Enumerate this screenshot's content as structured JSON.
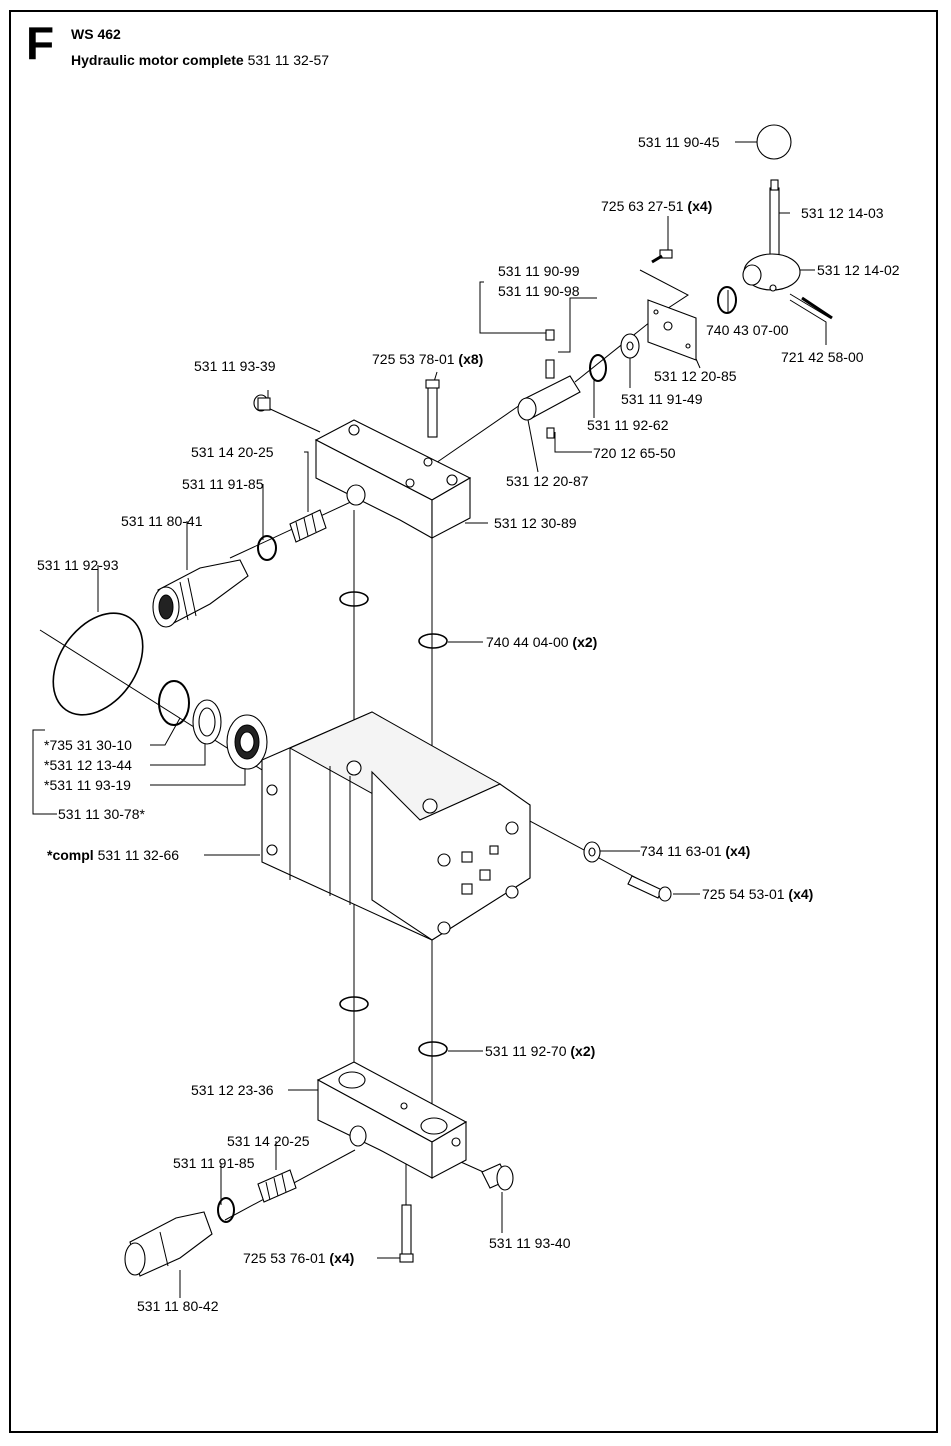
{
  "header": {
    "section_letter": "F",
    "model": "WS 462",
    "title_bold": "Hydraulic motor complete",
    "title_part": "531 11 32-57"
  },
  "labels": [
    {
      "id": "l01",
      "pn": "531 11 90-45",
      "qty": ""
    },
    {
      "id": "l02",
      "pn": "725 63 27-51",
      "qty": "(x4)"
    },
    {
      "id": "l03",
      "pn": "531 12 14-03",
      "qty": ""
    },
    {
      "id": "l04",
      "pn": "531 12 14-02",
      "qty": ""
    },
    {
      "id": "l05",
      "pn": "531 11 90-99",
      "qty": ""
    },
    {
      "id": "l06",
      "pn": "531 11 90-98",
      "qty": ""
    },
    {
      "id": "l07",
      "pn": "740 43 07-00",
      "qty": ""
    },
    {
      "id": "l08",
      "pn": "721 42 58-00",
      "qty": ""
    },
    {
      "id": "l09",
      "pn": "725 53 78-01",
      "qty": "(x8)"
    },
    {
      "id": "l10",
      "pn": "531 11 93-39",
      "qty": ""
    },
    {
      "id": "l11",
      "pn": "531 12 20-85",
      "qty": ""
    },
    {
      "id": "l12",
      "pn": "531 11 91-49",
      "qty": ""
    },
    {
      "id": "l13",
      "pn": "531 11 92-62",
      "qty": ""
    },
    {
      "id": "l14",
      "pn": "531 14 20-25",
      "qty": ""
    },
    {
      "id": "l15",
      "pn": "720 12 65-50",
      "qty": ""
    },
    {
      "id": "l16",
      "pn": "531 11 91-85",
      "qty": ""
    },
    {
      "id": "l17",
      "pn": "531 12 20-87",
      "qty": ""
    },
    {
      "id": "l18",
      "pn": "531 11 80-41",
      "qty": ""
    },
    {
      "id": "l19",
      "pn": "531 12 30-89",
      "qty": ""
    },
    {
      "id": "l20",
      "pn": "531 11 92-93",
      "qty": ""
    },
    {
      "id": "l21",
      "pn": "740 44 04-00",
      "qty": "(x2)"
    },
    {
      "id": "l22",
      "pn": "*735 31 30-10",
      "qty": ""
    },
    {
      "id": "l23",
      "pn": "*531 12 13-44",
      "qty": ""
    },
    {
      "id": "l24",
      "pn": "*531 11 93-19",
      "qty": ""
    },
    {
      "id": "l25",
      "pn": "531 11 30-78*",
      "qty": ""
    },
    {
      "id": "l26",
      "pn": "734 11 63-01",
      "qty": "(x4)"
    },
    {
      "id": "l27",
      "pre": "*compl",
      "pn": "531 11 32-66",
      "qty": ""
    },
    {
      "id": "l28",
      "pn": "725 54 53-01",
      "qty": "(x4)"
    },
    {
      "id": "l29",
      "pn": "531 11 92-70",
      "qty": "(x2)"
    },
    {
      "id": "l30",
      "pn": "531 12 23-36",
      "qty": ""
    },
    {
      "id": "l31",
      "pn": "531 14 20-25",
      "qty": ""
    },
    {
      "id": "l32",
      "pn": "531 11 91-85",
      "qty": ""
    },
    {
      "id": "l33",
      "pn": "531 11 93-40",
      "qty": ""
    },
    {
      "id": "l34",
      "pn": "725 53 76-01",
      "qty": "(x4)"
    },
    {
      "id": "l35",
      "pn": "531 11 80-42",
      "qty": ""
    }
  ]
}
